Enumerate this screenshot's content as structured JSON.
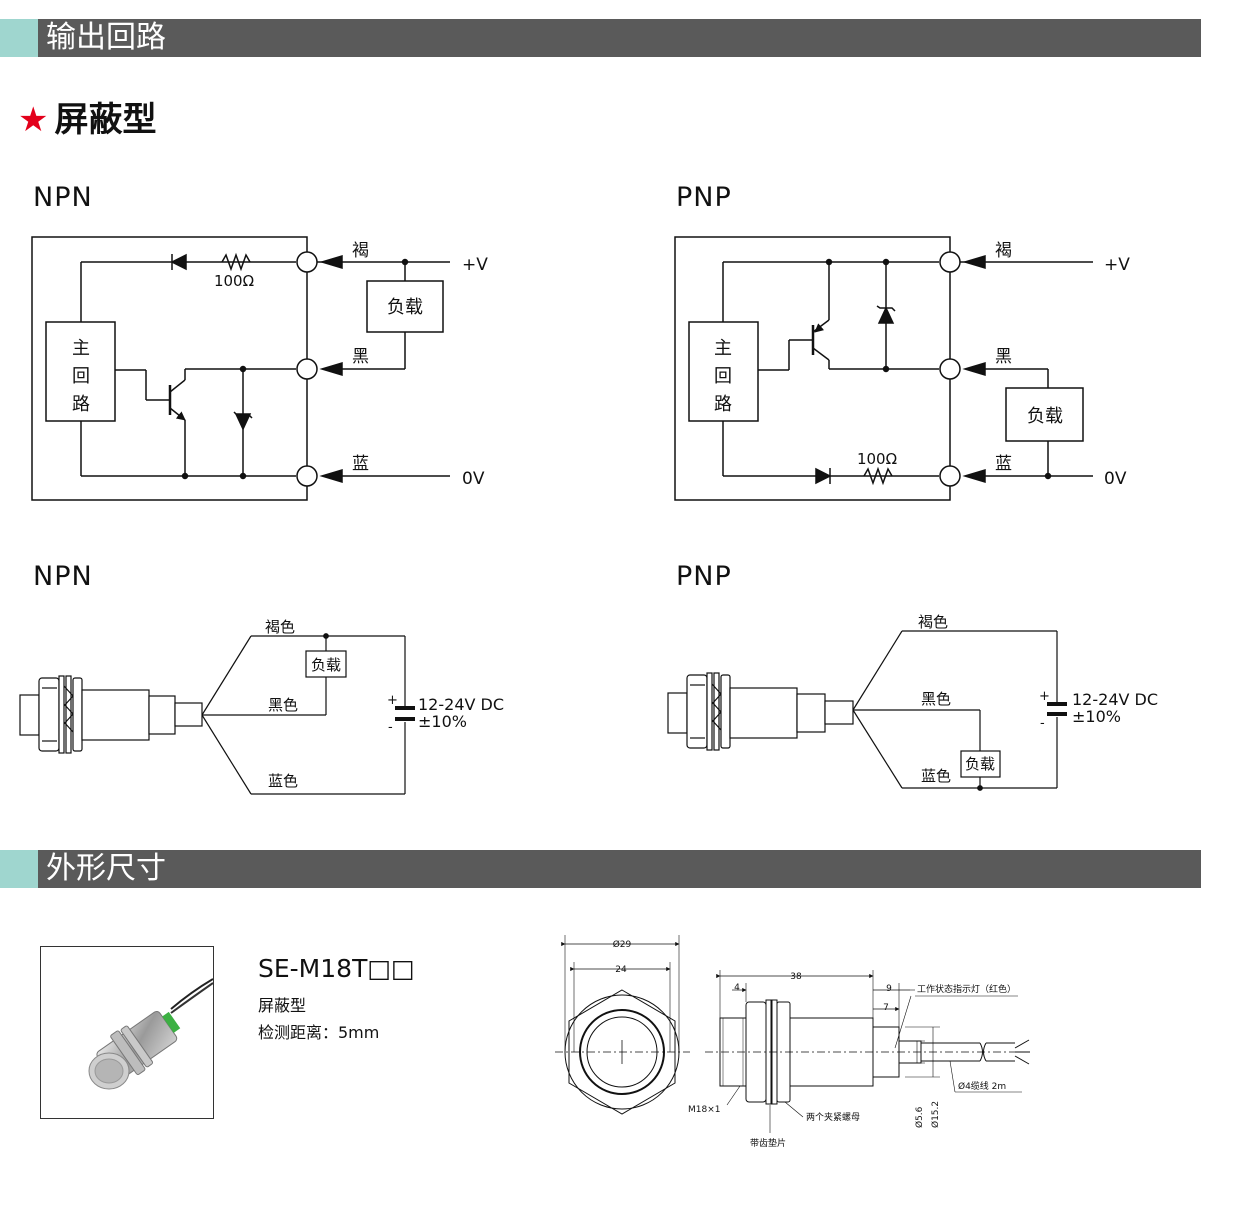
{
  "sections": {
    "output_circuit": "输出回路",
    "dimensions": "外形尺寸"
  },
  "subheading": {
    "star": "★",
    "text": "屏蔽型"
  },
  "labels": {
    "npn": "NPN",
    "pnp": "PNP",
    "brown": "褐",
    "black": "黑",
    "blue": "蓝",
    "plus_v": "+V",
    "zero_v": "0V",
    "load": "负载",
    "resistor": "100Ω",
    "main_circuit": [
      "主",
      "回",
      "路"
    ],
    "brown_wire": "褐色",
    "black_wire": "黑色",
    "blue_wire": "蓝色",
    "supply": "12-24V DC",
    "tolerance": "±10%",
    "plus": "+",
    "minus": "-"
  },
  "product": {
    "model": "SE-M18T□□",
    "type": "屏蔽型",
    "distance": "检测距离：5mm"
  },
  "drawing": {
    "d29": "Ø29",
    "d24": "24",
    "len38": "38",
    "len4": "4",
    "len9": "9",
    "len7": "7",
    "indicator": "工作状态指示灯（红色）",
    "cable": "Ø4缆线 2m",
    "thread": "M18×1",
    "nuts": "两个夹紧螺母",
    "washer": "带齿垫片",
    "d56": "Ø5.6",
    "d152": "Ø15.2"
  }
}
